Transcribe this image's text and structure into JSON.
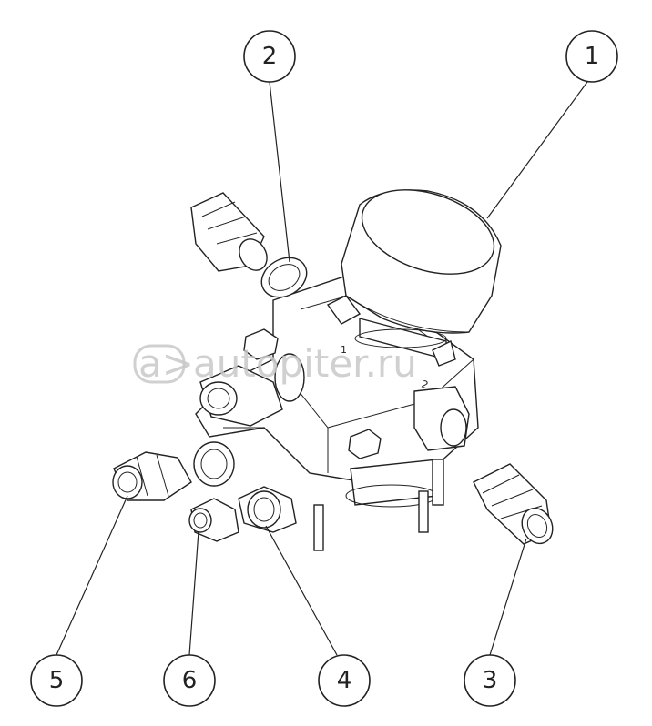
{
  "watermark": {
    "text": "autopiter.ru",
    "logo_glyph": "a>"
  },
  "callouts": [
    {
      "id": "1",
      "label": "1"
    },
    {
      "id": "2",
      "label": "2"
    },
    {
      "id": "3",
      "label": "3"
    },
    {
      "id": "4",
      "label": "4"
    },
    {
      "id": "5",
      "label": "5"
    },
    {
      "id": "6",
      "label": "6"
    }
  ],
  "port_markings": [
    "1",
    "2",
    "2"
  ],
  "colors": {
    "line": "#222222",
    "background": "#ffffff",
    "watermark": "#c8c8c8"
  }
}
